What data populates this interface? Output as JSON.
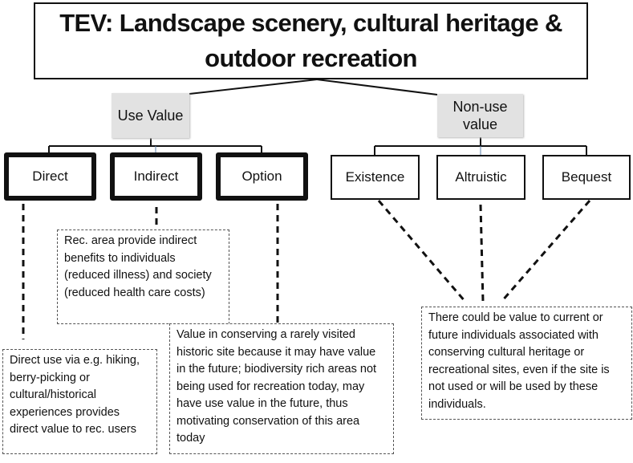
{
  "title": "TEV: Landscape scenery, cultural heritage & outdoor recreation",
  "categories": {
    "use": {
      "label": "Use Value",
      "children": [
        {
          "label": "Direct",
          "note": "Direct use via e.g. hiking, berry-picking or cultural/historical experiences provides direct value to rec. users"
        },
        {
          "label": "Indirect",
          "note": "Rec. area provide indirect benefits to individuals (reduced illness) and society (reduced health care costs)"
        },
        {
          "label": "Option",
          "note": "Value in conserving a rarely visited historic site because it may have value in the future; biodiversity rich areas not being used for recreation today, may have use value in the future, thus motivating conservation of this area today"
        }
      ]
    },
    "nonuse": {
      "label": "Non-use value",
      "children": [
        {
          "label": "Existence"
        },
        {
          "label": "Altruistic"
        },
        {
          "label": "Bequest"
        }
      ],
      "note": "There could be value to current or future individuals associated with conserving cultural heritage or recreational sites, even if the site is not used or will be used by these individuals."
    }
  },
  "colors": {
    "category_fill": "#e2e2e2",
    "border": "#111111",
    "dashed": "#555555"
  }
}
